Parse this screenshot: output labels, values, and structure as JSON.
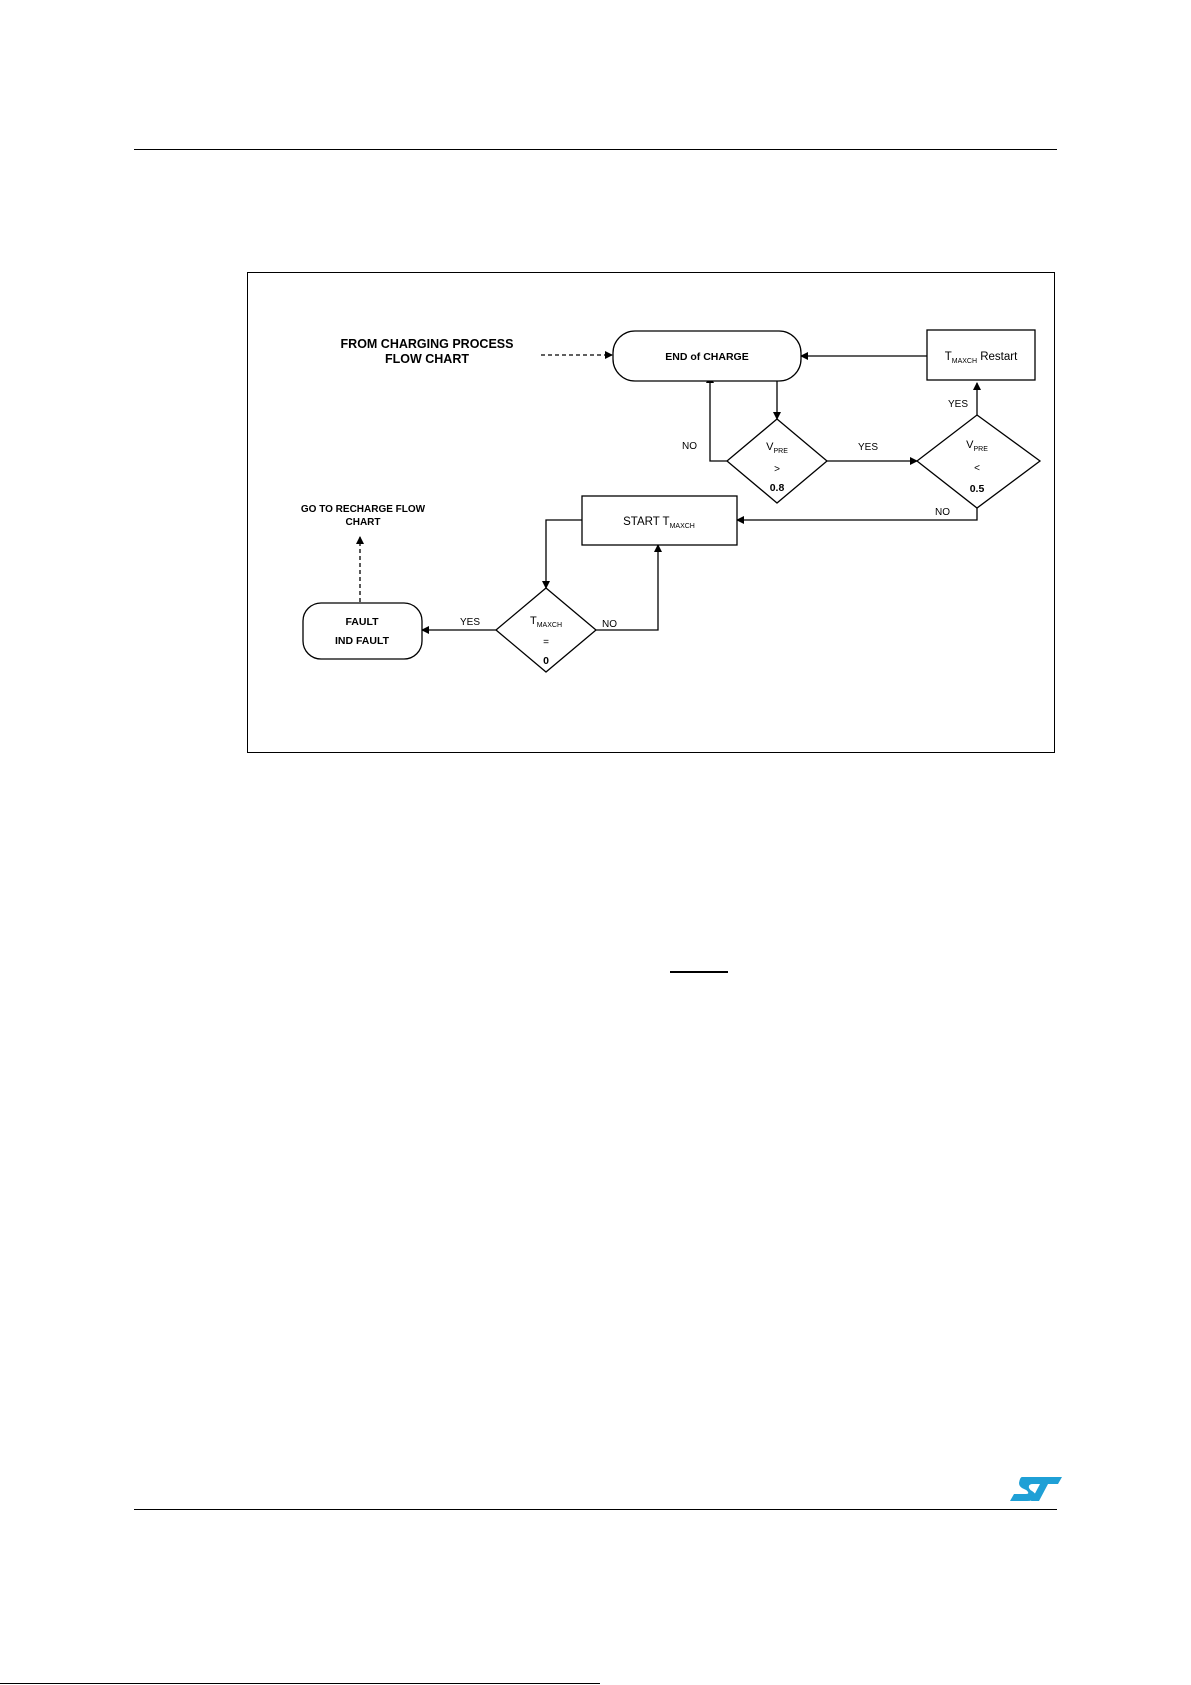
{
  "diagram": {
    "from_label_line1": "FROM CHARGING PROCESS",
    "from_label_line2": "FLOW CHART",
    "end_of_charge": "END of CHARGE",
    "tmaxch_restart": {
      "t": "T",
      "sub": "MAXCH",
      "rest": " Restart"
    },
    "vpre_gt": {
      "v": "V",
      "sub": "PRE",
      "op": ">",
      "value": "0.8"
    },
    "vpre_lt": {
      "v": "V",
      "sub": "PRE",
      "op": "<",
      "value": "0.5"
    },
    "start_tmaxch": {
      "text": "START T",
      "sub": "MAXCH"
    },
    "tmaxch_eq": {
      "t": "T",
      "sub": "MAXCH",
      "op": "=",
      "value": "0"
    },
    "fault_line1": "FAULT",
    "fault_line2": "IND FAULT",
    "goto_line1": "GO TO RECHARGE FLOW",
    "goto_line2": "CHART",
    "labels": {
      "no_left": "NO",
      "yes_mid": "YES",
      "yes_up": "YES",
      "no_right": "NO",
      "yes_fault": "YES",
      "no_bottom": "NO"
    }
  },
  "logo": {
    "name": "st-logo-icon",
    "color": "#1fa0d6"
  }
}
